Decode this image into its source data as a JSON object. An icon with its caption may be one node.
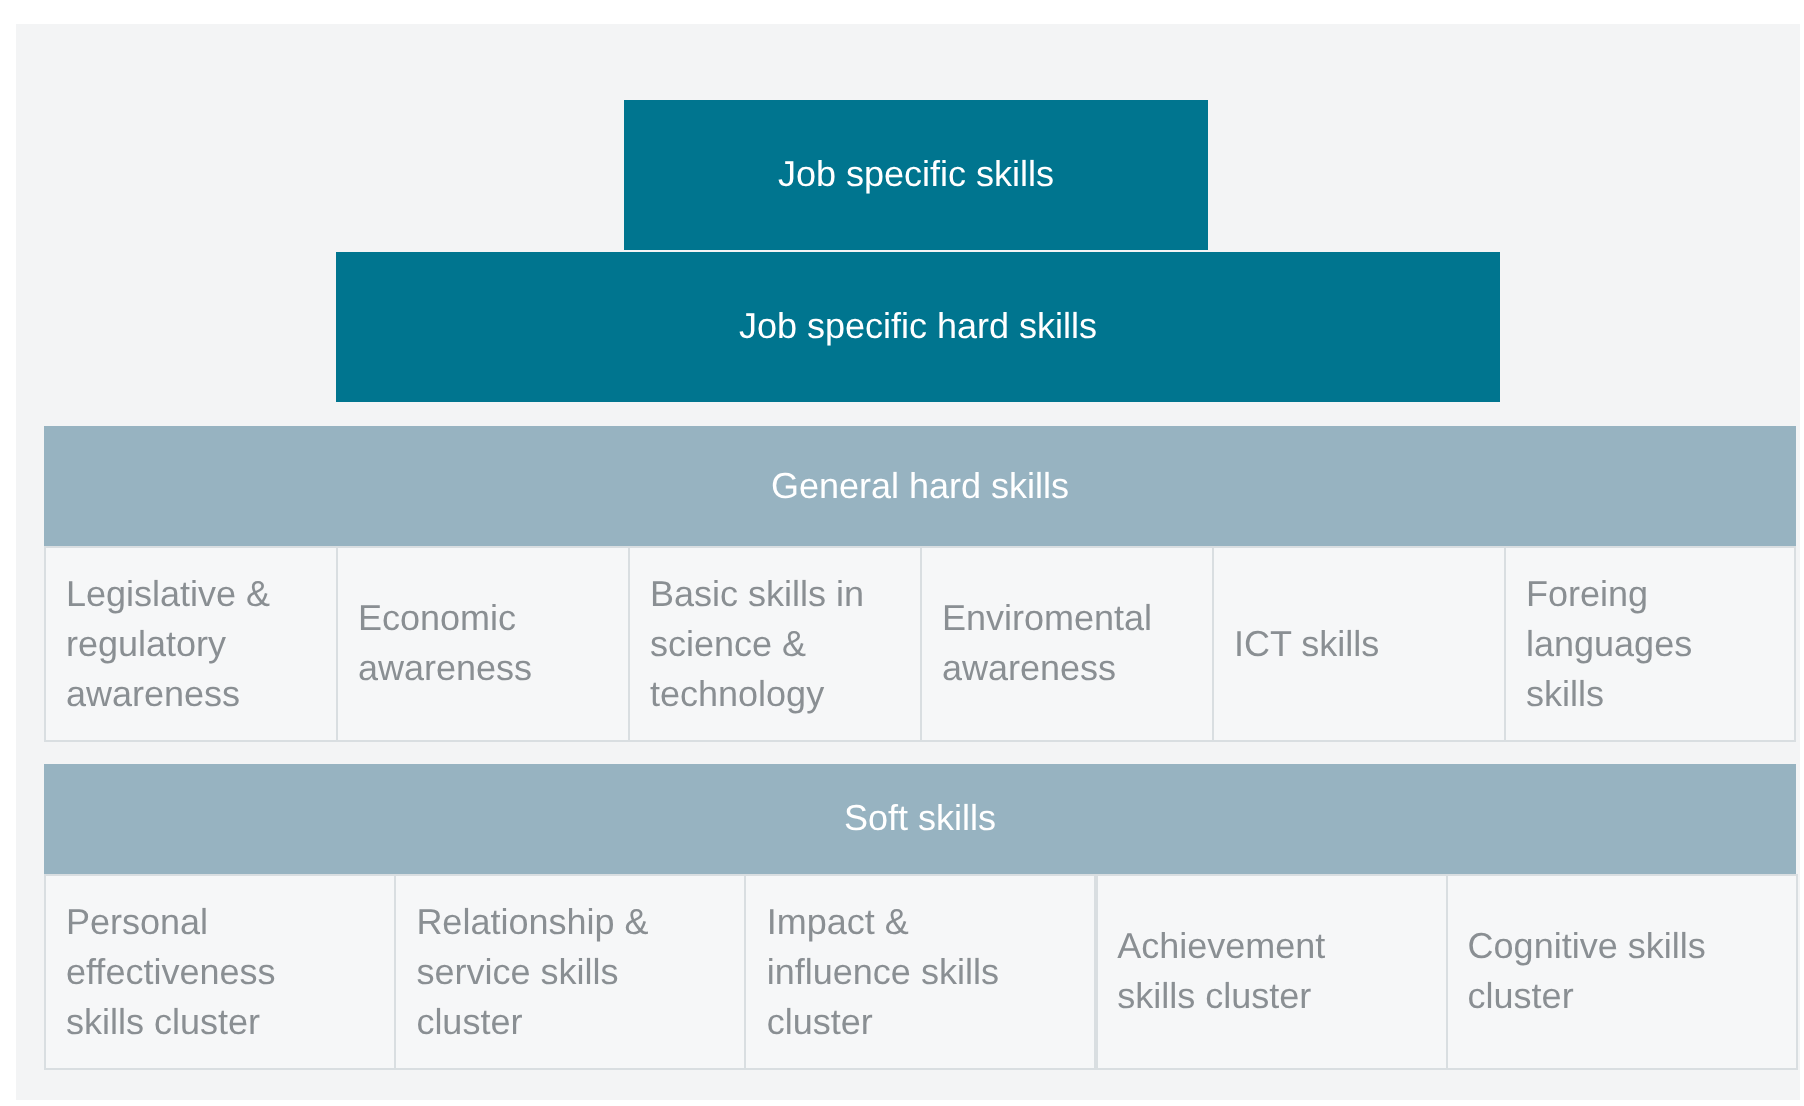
{
  "diagram": {
    "nodes": [
      {
        "text": [
          "Job specific skills"
        ]
      },
      {
        "text": [
          "Job specific hard skills"
        ]
      },
      {
        "text": [
          "General hard skills"
        ]
      },
      {
        "text": [
          "Legislative & regulatory awareness"
        ]
      },
      {
        "text": [
          "Economic awareness"
        ]
      },
      {
        "text": [
          "Basic skills in science & technology"
        ]
      },
      {
        "text": [
          "Enviromental awareness"
        ]
      },
      {
        "text": [
          "ICT skills"
        ]
      },
      {
        "text": [
          "Foreing languages skills"
        ]
      },
      {
        "text": [
          "Soft skills"
        ]
      },
      {
        "text": [
          "Personal effectiveness skills cluster"
        ]
      },
      {
        "text": [
          "Relationship & service skills cluster"
        ]
      },
      {
        "text": [
          "Impact & influence skills cluster"
        ]
      },
      {
        "text": [
          "Achievement skills cluster"
        ]
      },
      {
        "text": [
          "Cognitive skills cluster"
        ]
      }
    ]
  }
}
